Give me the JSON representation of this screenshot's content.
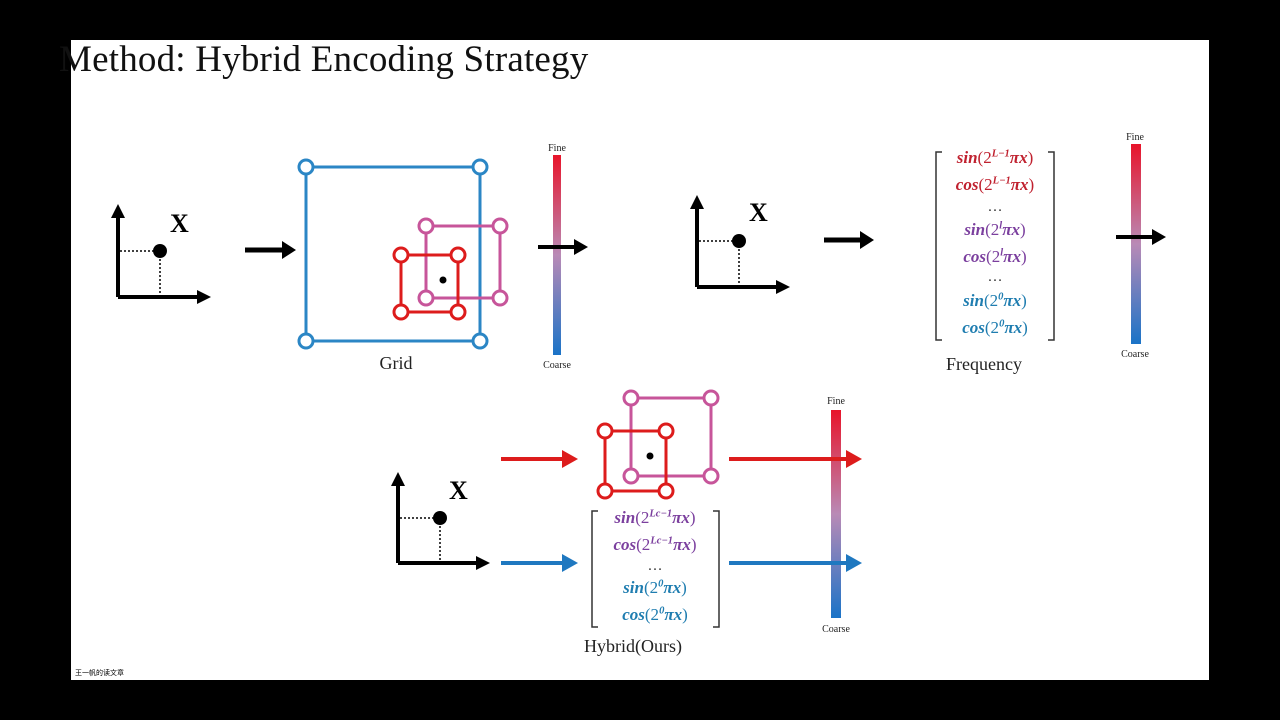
{
  "title": "Method: Hybrid Encoding Strategy",
  "axis_label": "X",
  "captions": {
    "grid": "Grid",
    "frequency": "Frequency",
    "hybrid": "Hybrid(Ours)"
  },
  "scale_labels": {
    "fine": "Fine",
    "coarse": "Coarse"
  },
  "frequency_terms": [
    {
      "fn": "sin",
      "exp": "L−1",
      "tag": "high"
    },
    {
      "fn": "cos",
      "exp": "L−1",
      "tag": "high"
    },
    {
      "fn": "sin",
      "exp": "l",
      "tag": "mid"
    },
    {
      "fn": "cos",
      "exp": "l",
      "tag": "mid"
    },
    {
      "fn": "sin",
      "exp": "0",
      "tag": "low"
    },
    {
      "fn": "cos",
      "exp": "0",
      "tag": "low"
    }
  ],
  "hybrid_terms": [
    {
      "fn": "sin",
      "exp": "Lc−1",
      "tag": "mid"
    },
    {
      "fn": "cos",
      "exp": "Lc−1",
      "tag": "mid"
    },
    {
      "fn": "sin",
      "exp": "0",
      "tag": "low"
    },
    {
      "fn": "cos",
      "exp": "0",
      "tag": "low"
    }
  ],
  "ellipsis": "…",
  "watermark": "王一帆的读文章",
  "colors": {
    "grid_blue": "#2b86c5",
    "fine_red": "#dd1c1c",
    "mid_pink": "#c7559a",
    "coarse_blue": "#1f78c0",
    "term_high": "#c0212f",
    "term_mid": "#7b3f9e",
    "term_low": "#1f7db0"
  }
}
